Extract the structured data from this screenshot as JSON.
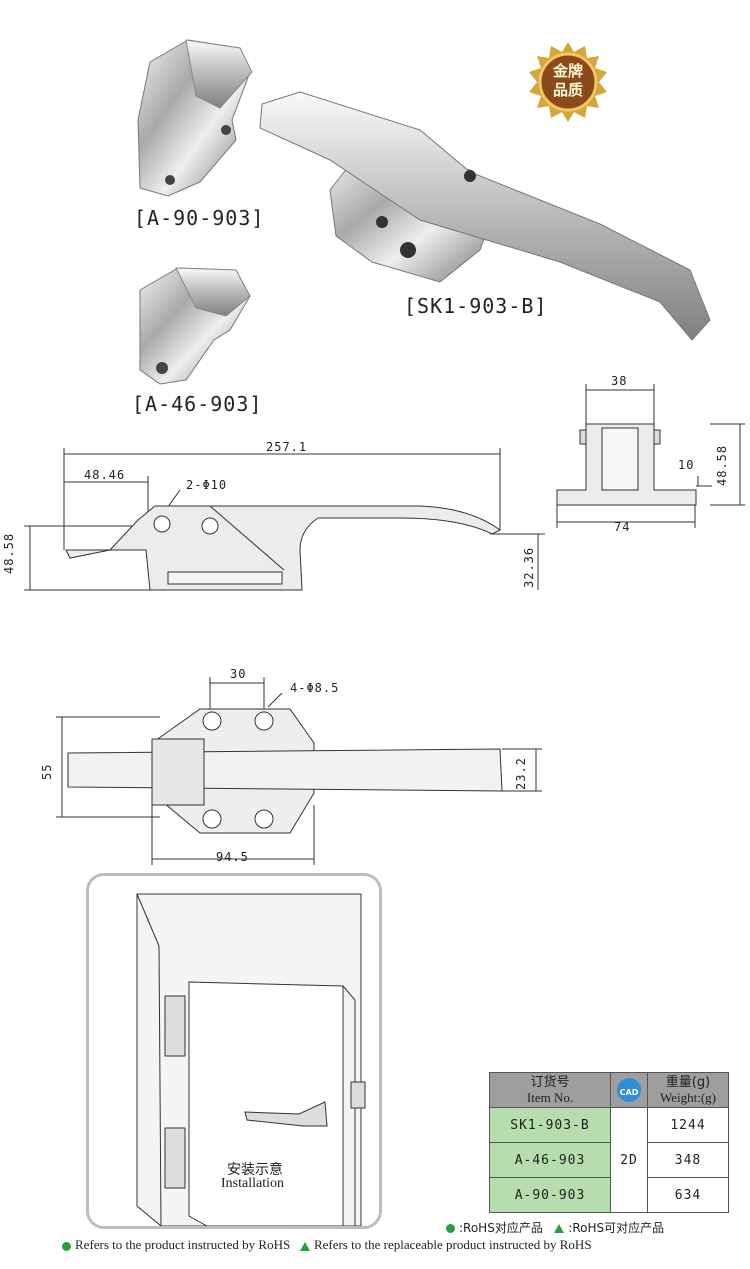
{
  "parts": {
    "a90": "[A-90-903]",
    "sk1": "[SK1-903-B]",
    "a46": "[A-46-903]"
  },
  "badge": {
    "line1": "金牌",
    "line2": "品质"
  },
  "side_view": {
    "overall_length": "257.1",
    "hole_offset": "48.46",
    "holes": "2-Φ10",
    "height": "48.58",
    "tip_height": "32.36"
  },
  "end_view": {
    "top_width": "38",
    "height": "48.58",
    "flange": "10",
    "base_width": "74"
  },
  "top_view": {
    "hole_spacing": "30",
    "holes": "4-Φ8.5",
    "width": "55",
    "handle_width": "23.2",
    "base_length": "94.5"
  },
  "installation": {
    "zh": "安装示意",
    "en": "Installation"
  },
  "table": {
    "h_item_zh": "订货号",
    "h_item_en": "Item No.",
    "h_cad": "CAD",
    "h_weight_zh": "重量(g)",
    "h_weight_en": "Weight:(g)",
    "mode": "2D",
    "rows": [
      {
        "item": "SK1-903-B",
        "weight": "1244"
      },
      {
        "item": "A-46-903",
        "weight": "348"
      },
      {
        "item": "A-90-903",
        "weight": "634"
      }
    ]
  },
  "legend": {
    "rohs_zh": ":RoHS对应产品",
    "replace_zh": ":RoHS可对应产品",
    "rohs_en": "Refers to the product instructed by RoHS",
    "replace_en": "Refers to the replaceable product instructed by RoHS"
  },
  "colors": {
    "green": "#21a33a",
    "table_green": "#b7dcae",
    "header_gray": "#9e9e9e",
    "gold": "#c8961e"
  }
}
